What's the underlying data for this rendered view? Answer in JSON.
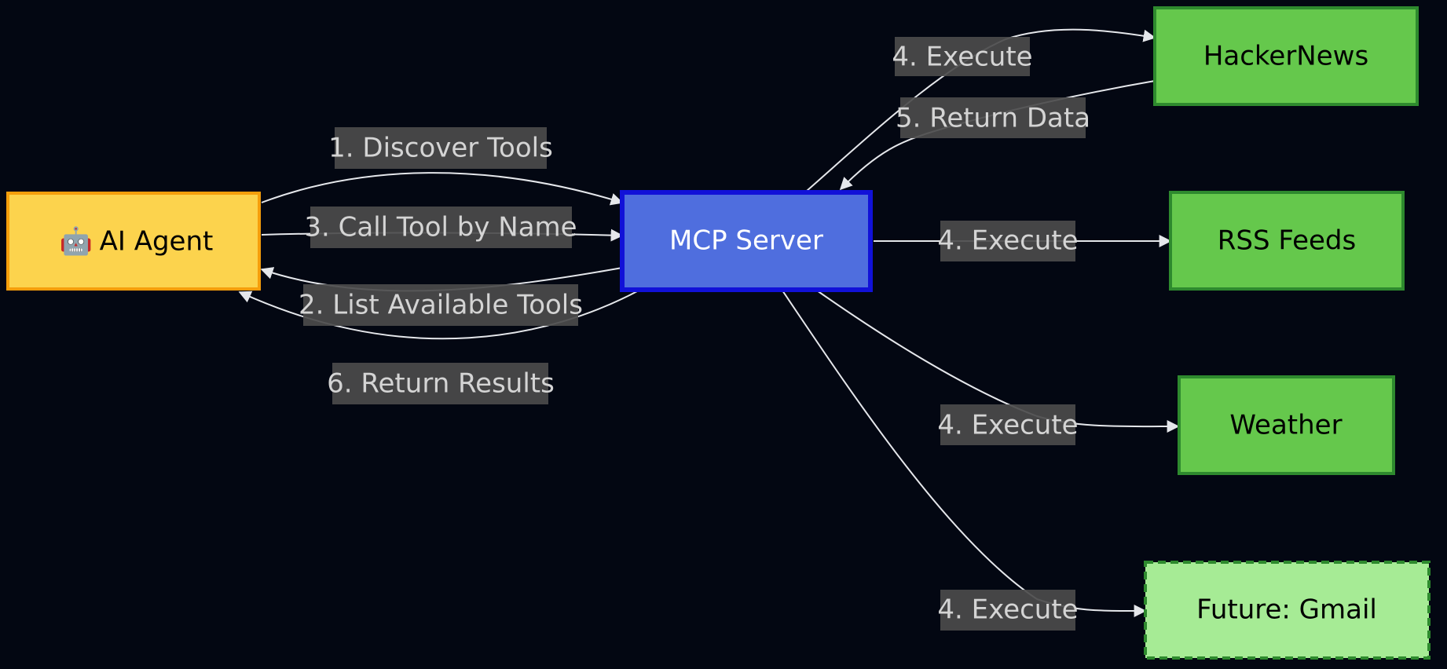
{
  "diagram": {
    "nodes": {
      "agent": {
        "icon": "🤖",
        "label": "AI Agent"
      },
      "server": {
        "label": "MCP Server"
      },
      "hackernews": {
        "label": "HackerNews"
      },
      "rss": {
        "label": "RSS Feeds"
      },
      "weather": {
        "label": "Weather"
      },
      "gmail": {
        "label": "Future: Gmail"
      }
    },
    "edges": {
      "discover": "1. Discover Tools",
      "list": "2. List Available Tools",
      "call": "3. Call Tool by Name",
      "return_results": "6. Return Results",
      "execute_hackernews": "4. Execute",
      "return_data": "5. Return Data",
      "execute_rss": "4. Execute",
      "execute_weather": "4. Execute",
      "execute_gmail": "4. Execute"
    },
    "colors": {
      "background": "#030712",
      "agent_fill": "#fcd34d",
      "agent_stroke": "#f59e0b",
      "server_fill": "#4f6ede",
      "server_stroke": "#1111d8",
      "tool_fill": "#65c84c",
      "tool_stroke": "#2e8a2e",
      "future_fill": "#a6eb95",
      "future_stroke": "#2e8a2e",
      "edge_label_bg": "#4b4b4b",
      "edge_text": "#d4d4d4"
    }
  }
}
